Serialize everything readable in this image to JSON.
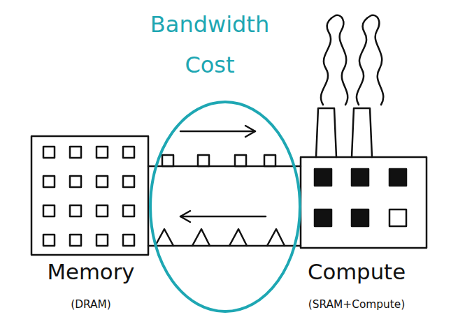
{
  "diagram": {
    "nodes": [
      {
        "text": [
          "Memory",
          "(DRAM)"
        ]
      },
      {
        "text": [
          "Compute",
          "(SRAM+Compute)"
        ]
      }
    ],
    "edges": [
      {
        "from": 0,
        "to": 1,
        "arrow": "to"
      },
      {
        "from": 1,
        "to": 0,
        "arrow": "to"
      }
    ],
    "labels": [
      "Bandwidth Cost"
    ]
  }
}
